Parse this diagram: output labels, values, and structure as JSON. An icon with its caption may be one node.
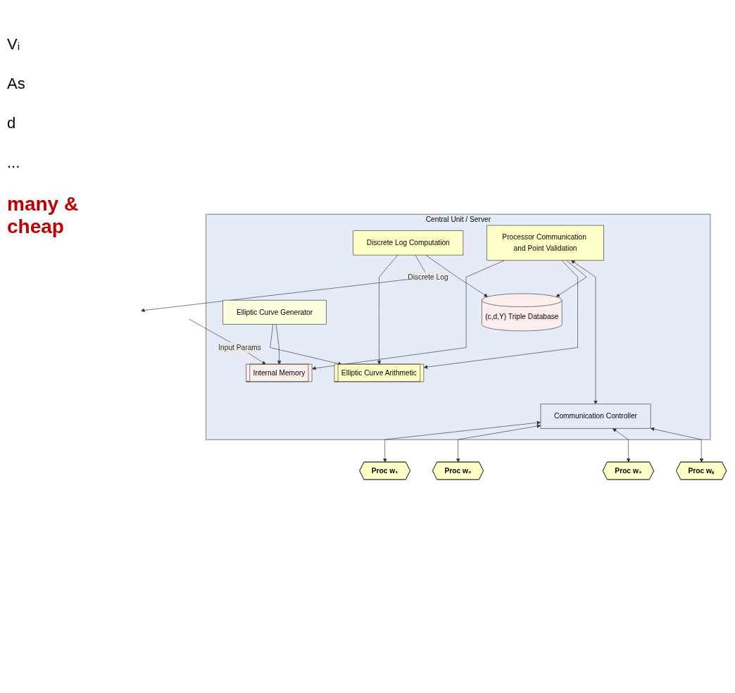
{
  "diagram": {
    "nodes": [
      {
        "text": [
          "Central Unit / Server"
        ]
      },
      {
        "text": [
          "Elliptic Curve Generator"
        ],
        "in": 0
      },
      {
        "text": [
          "Elliptic Curve Arithmetic"
        ],
        "in": 0
      },
      {
        "text": [
          "Internal Memory"
        ],
        "in": 0
      },
      {
        "text": [
          "Discrete Log Computation"
        ],
        "in": 0
      },
      {
        "text": [
          "(c,d,Y) Triple Database"
        ],
        "in": 0
      },
      {
        "text": [
          "Processor Communication and Point Validation"
        ],
        "in": 0
      },
      {
        "text": [
          "Communication Controller"
        ],
        "in": 0
      },
      {
        "text": [
          "Proc w₁"
        ]
      },
      {
        "text": [
          "Proc w₂"
        ]
      },
      {
        "text": [
          "Proc w₃"
        ]
      },
      {
        "text": [
          "Proc wₖ"
        ]
      }
    ],
    "edges": [
      {
        "from": 1,
        "to": 2,
        "arrow": "to"
      },
      {
        "from": 4,
        "to": 2,
        "arrow": "to"
      },
      {
        "from": 1,
        "to": 3,
        "arrow": "to"
      },
      {
        "from": null,
        "to": 3,
        "label": "Input Params",
        "arrow": "to"
      },
      {
        "from": 6,
        "to": 3,
        "arrow": "to"
      },
      {
        "from": 6,
        "to": 2,
        "arrow": "to"
      },
      {
        "from": 4,
        "to": null,
        "label": "Discrete Log",
        "arrow": "to"
      },
      {
        "from": 4,
        "to": 5,
        "arrow": "to"
      },
      {
        "from": 6,
        "to": 5,
        "arrow": "to"
      },
      {
        "from": 6,
        "to": 7,
        "arrow": "both"
      },
      {
        "from": 7,
        "to": 8,
        "arrow": "both"
      },
      {
        "from": 7,
        "to": 9,
        "arrow": "both"
      },
      {
        "from": 7,
        "to": 10,
        "arrow": "both"
      },
      {
        "from": 7,
        "to": 11,
        "arrow": "both"
      }
    ],
    "labels": [
      "Vᵢ",
      "As",
      "d",
      "...",
      "many & cheap"
    ]
  }
}
